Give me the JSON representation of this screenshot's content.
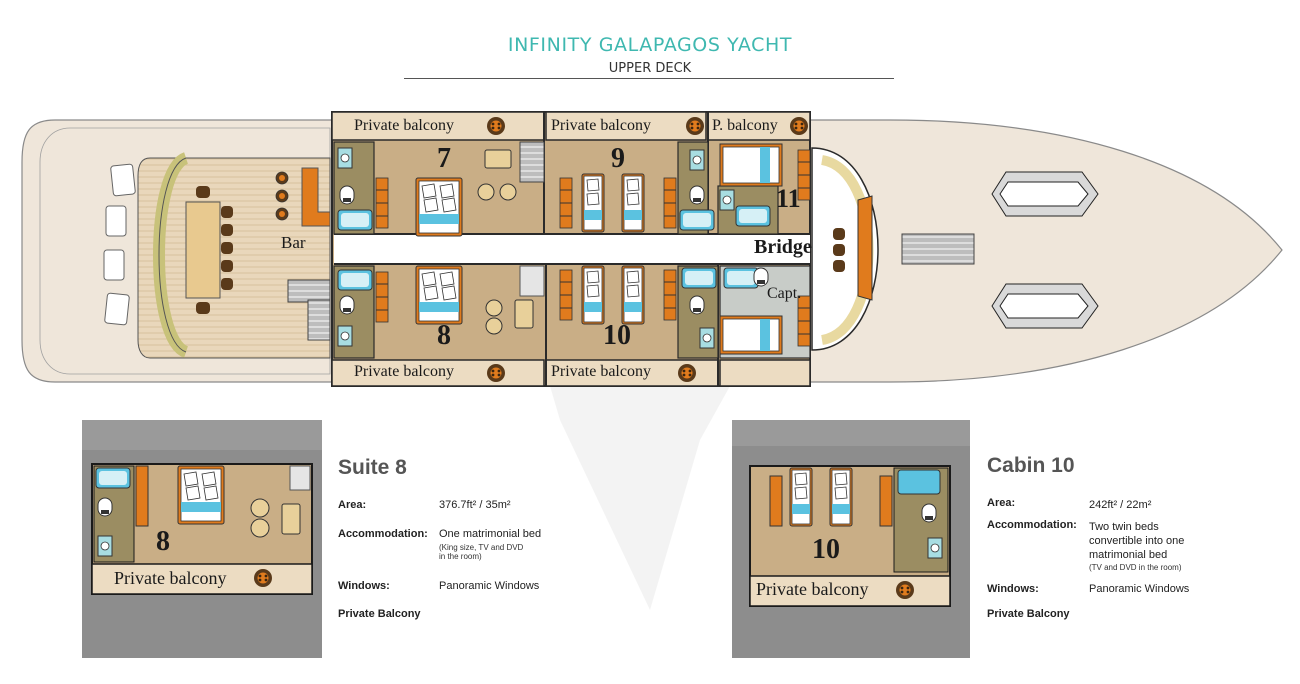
{
  "header": {
    "title": "INFINITY GALAPAGOS YACHT",
    "subtitle": "UPPER DECK"
  },
  "deck_labels": {
    "balcony_7": "Private balcony",
    "balcony_9": "Private balcony",
    "balcony_11": "P. balcony",
    "balcony_8": "Private balcony",
    "balcony_10": "Private balcony",
    "cabin_7": "7",
    "cabin_9": "9",
    "cabin_11": "11",
    "cabin_8": "8",
    "cabin_10": "10",
    "bar": "Bar",
    "bridge": "Bridge",
    "captain": "Capt."
  },
  "suite8": {
    "number": "8",
    "balcony": "Private balcony",
    "title": "Suite 8",
    "area_label": "Area:",
    "area_value": "376.7ft² / 35m²",
    "accommodation_label": "Accommodation:",
    "accommodation_value": "One matrimonial bed",
    "accommodation_note_1": "(King size, TV and DVD",
    "accommodation_note_2": "in the room)",
    "windows_label": "Windows:",
    "windows_value": "Panoramic Windows",
    "extra": "Private Balcony"
  },
  "cabin10": {
    "number": "10",
    "balcony": "Private balcony",
    "title": "Cabin 10",
    "area_label": "Area:",
    "area_value": "242ft² / 22m²",
    "accommodation_label": "Accommodation:",
    "accommodation_value_1": "Two twin beds",
    "accommodation_value_2": "convertible into one",
    "accommodation_value_3": "matrimonial bed",
    "accommodation_note": "(TV and DVD in the room)",
    "windows_label": "Windows:",
    "windows_value": "Panoramic Windows",
    "extra": "Private Balcony"
  },
  "colors": {
    "accent": "#3fb8b0",
    "hull": "#efe6da",
    "cabin_floor": "#c9ae86",
    "balcony_floor": "#ecdcc2",
    "wall": "#333333",
    "bed_frame": "#e07b1d",
    "bed_sheet": "#5bc2e0",
    "corridor": "#ffffff",
    "panel_bg": "#8d8d8d"
  }
}
